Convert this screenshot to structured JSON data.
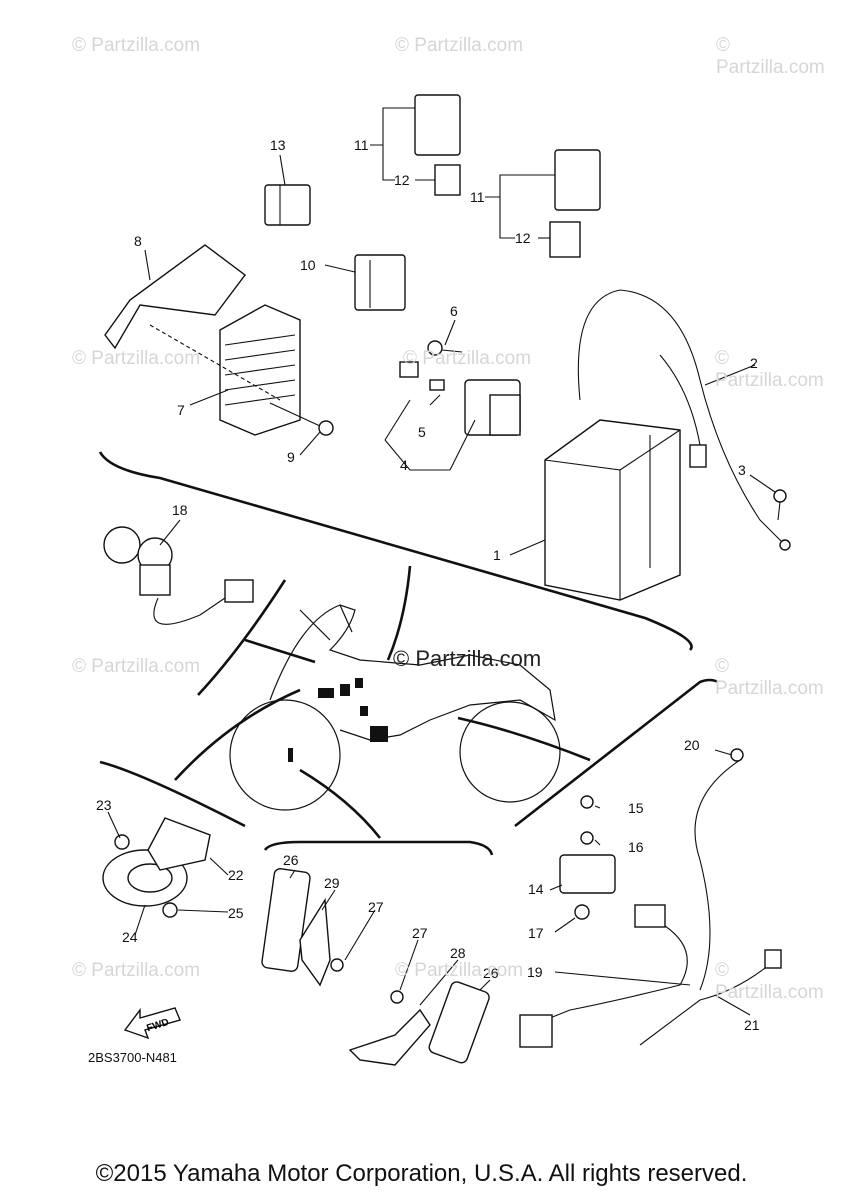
{
  "watermark": "© Partzilla.com",
  "watermark_center": "© Partzilla.com",
  "diagram_code": "2BS3700-N481",
  "fwd_label": "FWD",
  "copyright": "©2015 Yamaha Motor Corporation, U.S.A. All rights reserved.",
  "callouts": [
    "1",
    "2",
    "3",
    "4",
    "5",
    "6",
    "7",
    "8",
    "9",
    "10",
    "11",
    "12",
    "13",
    "14",
    "15",
    "16",
    "17",
    "18",
    "19",
    "20",
    "21",
    "22",
    "23",
    "24",
    "25",
    "26",
    "27",
    "28",
    "29"
  ]
}
